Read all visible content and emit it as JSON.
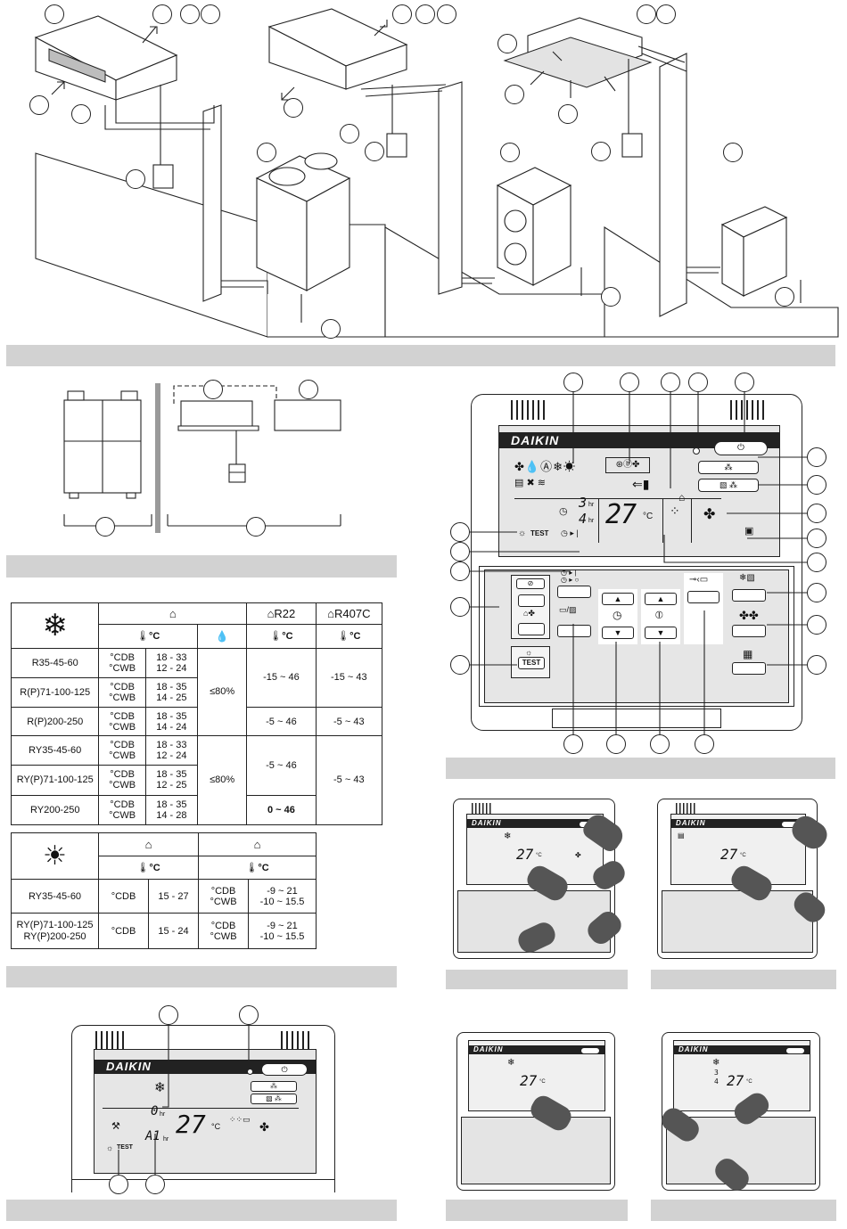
{
  "cooling_table": {
    "columns": {
      "indoor_temp_unit": "°C",
      "outdoor_r22_label": "R22",
      "outdoor_r407c_label": "R407C",
      "outdoor_r22_unit": "°C",
      "outdoor_r407c_unit": "°C"
    },
    "rows": [
      {
        "model": "R35-45-60",
        "bulbs": [
          "°CDB",
          "°CWB"
        ],
        "indoor": [
          "18 - 33",
          "12 - 24"
        ],
        "humidity": "≤80%",
        "r22": "-15 ~ 46",
        "r407c": "-15 ~ 43"
      },
      {
        "model": "R(P)71-100-125",
        "bulbs": [
          "°CDB",
          "°CWB"
        ],
        "indoor": [
          "18 - 35",
          "14 - 25"
        ],
        "humidity": "",
        "r22": "",
        "r407c": ""
      },
      {
        "model": "R(P)200-250",
        "bulbs": [
          "°CDB",
          "°CWB"
        ],
        "indoor": [
          "18 - 35",
          "14 - 24"
        ],
        "humidity": "",
        "r22": "-5 ~ 46",
        "r407c": "-5 ~ 43"
      },
      {
        "model": "RY35-45-60",
        "bulbs": [
          "°CDB",
          "°CWB"
        ],
        "indoor": [
          "18 - 33",
          "12 - 24"
        ],
        "humidity": "≤80%",
        "r22": "-5 ~ 46",
        "r407c": "-5 ~ 43"
      },
      {
        "model": "RY(P)71-100-125",
        "bulbs": [
          "°CDB",
          "°CWB"
        ],
        "indoor": [
          "18 - 35",
          "12 - 25"
        ],
        "humidity": "",
        "r22": "",
        "r407c": ""
      },
      {
        "model": "RY200-250",
        "bulbs": [
          "°CDB",
          "°CWB"
        ],
        "indoor": [
          "18 - 35",
          "14 - 28"
        ],
        "humidity": "",
        "r22": "0 ~ 46",
        "r407c": ""
      }
    ]
  },
  "heating_table": {
    "indoor_unit": "°C",
    "outdoor_unit": "°C",
    "rows": [
      {
        "model": "RY35-45-60",
        "indoor_bulb": "°CDB",
        "indoor": "15 - 27",
        "outdoor_bulbs": [
          "°CDB",
          "°CWB"
        ],
        "outdoor": [
          "-9 ~ 21",
          "-10 ~ 15.5"
        ]
      },
      {
        "model": "RY(P)71-100-125\nRY(P)200-250",
        "indoor_bulb": "°CDB",
        "indoor": "15 - 24",
        "outdoor_bulbs": [
          "°CDB",
          "°CWB"
        ],
        "outdoor": [
          "-9 ~ 21",
          "-10 ~ 15.5"
        ]
      }
    ]
  },
  "remote": {
    "brand": "DAIKIN",
    "timer_top": "3",
    "timer_bottom": "4",
    "timer_unit": "hr",
    "set_temp": "27",
    "temp_unit": "°C",
    "test_label": "TEST",
    "test_button_label": "TEST"
  },
  "error_display": {
    "brand": "DAIKIN",
    "timer_value": "0",
    "set_temp": "27",
    "temp_unit": "°C",
    "error_code": "A1",
    "hr_unit": "hr",
    "test_label": "TEST"
  },
  "mini_remotes": [
    {
      "brand": "DAIKIN",
      "temp": "27",
      "unit": "°C"
    },
    {
      "brand": "DAIKIN",
      "temp": "27",
      "unit": "°C"
    },
    {
      "brand": "DAIKIN",
      "temp": "27",
      "unit": "°C"
    },
    {
      "brand": "DAIKIN",
      "temp": "27",
      "unit": "°C",
      "timer_top": "3",
      "timer_bottom": "4"
    }
  ],
  "colors": {
    "section_bar": "#d2d2d2",
    "lcd_background": "#e6e6e6",
    "brand_band": "#222222"
  }
}
